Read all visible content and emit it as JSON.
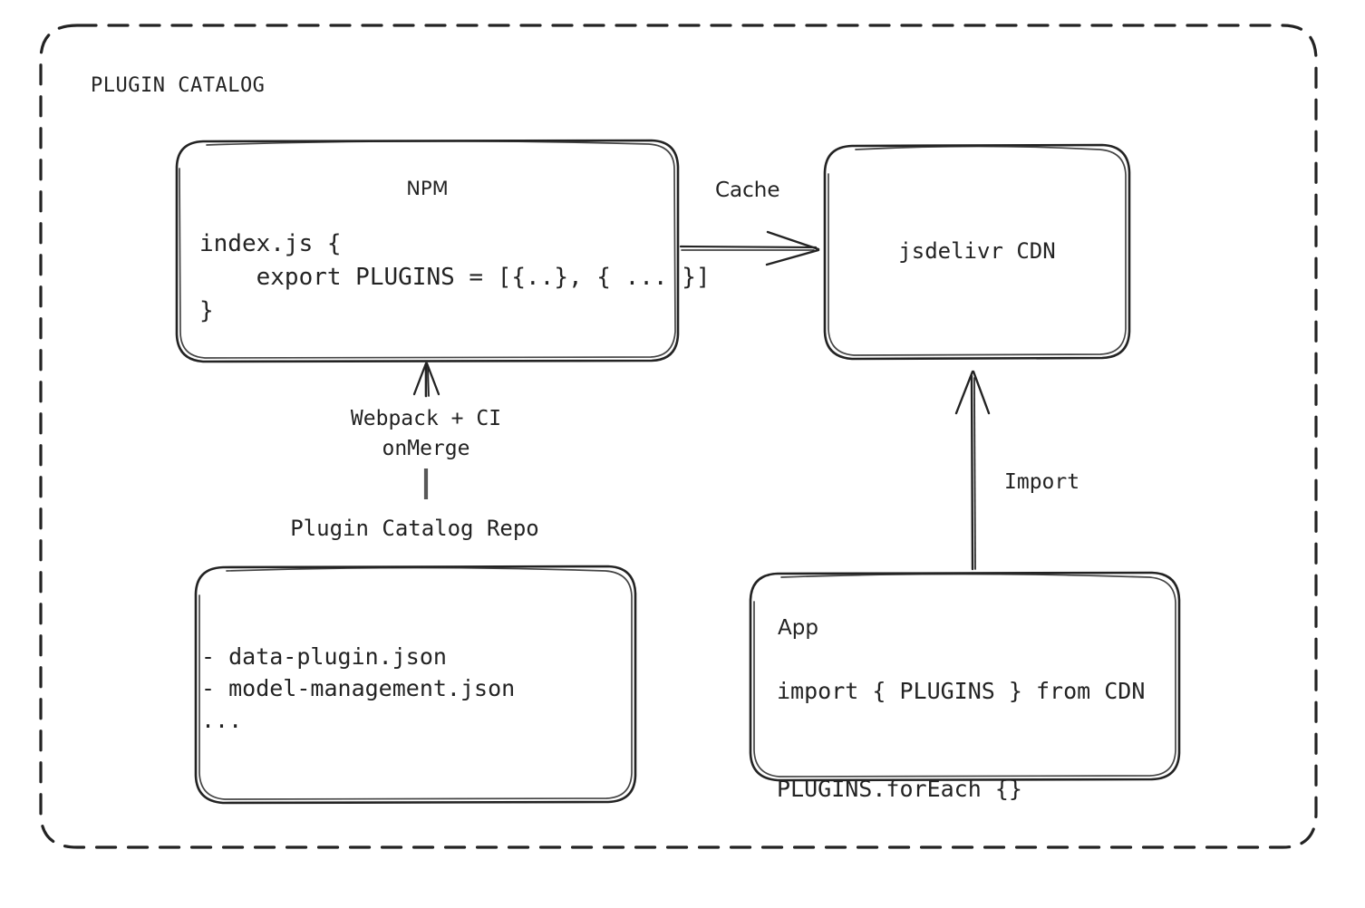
{
  "diagram": {
    "container": {
      "title": "PLUGIN CATALOG",
      "border_style": "dashed",
      "stroke_color": "#232323"
    },
    "nodes": {
      "npm": {
        "title": "NPM",
        "code": "index.js {\n    export PLUGINS = [{..}, { ... }]\n}"
      },
      "cdn": {
        "title": "jsdelivr CDN"
      },
      "repo": {
        "title": "Plugin Catalog Repo",
        "files": "- data-plugin.json\n- model-management.json\n..."
      },
      "app": {
        "title": "App",
        "code": "import { PLUGINS } from CDN\n\nPLUGINS.forEach {}"
      }
    },
    "edges": {
      "npm_to_cdn": {
        "label": "Cache",
        "direction": "right"
      },
      "repo_to_npm": {
        "label": "Webpack + CI\nonMerge",
        "direction": "up"
      },
      "app_to_cdn": {
        "label": "Import",
        "direction": "up"
      }
    }
  }
}
